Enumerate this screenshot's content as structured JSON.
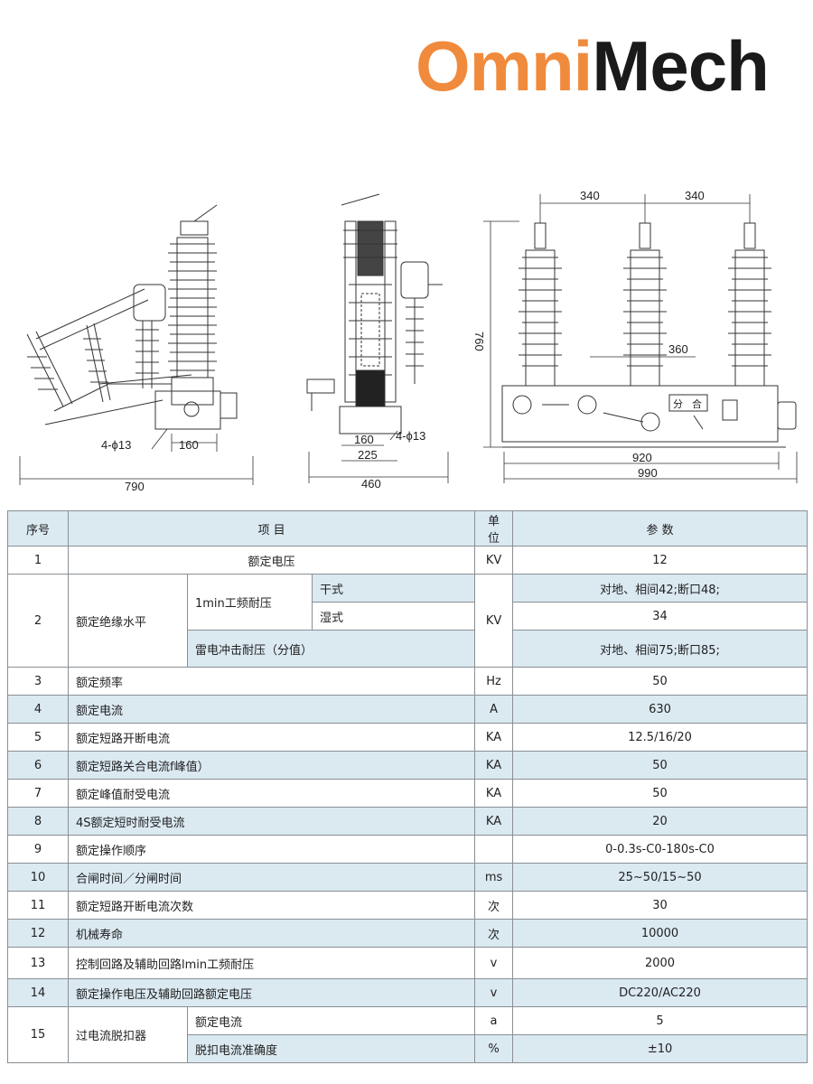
{
  "brand": {
    "part1": "Omni",
    "part2": "Mech"
  },
  "dimensions": {
    "side_base": "160",
    "side_holes": "4-ϕ13",
    "side_total": "790",
    "front_a": "160",
    "front_b": "225",
    "front_total": "460",
    "front_holes": "4-ϕ13",
    "pole_spacing_1": "340",
    "pole_spacing_2": "340",
    "height": "760",
    "mid": "360",
    "base_inner": "920",
    "base_total": "990",
    "switch_open": "分",
    "switch_close": "合"
  },
  "table": {
    "headers": {
      "no": "序号",
      "item": "项 目",
      "unit": "单位",
      "value": "参 数"
    },
    "rows": [
      {
        "no": "1",
        "item": "额定电压",
        "unit": "KV",
        "value": "12"
      },
      {
        "no": "2",
        "item": "额定绝缘水平",
        "sub1": "1min工频耐压",
        "sub1a": "干式",
        "sub1b": "湿式",
        "sub2": "雷电冲击耐压（分值）",
        "unit": "KV",
        "value_dry": "对地、相间42;断口48;",
        "value_wet": "34",
        "value_impulse": "对地、相间75;断口85;"
      },
      {
        "no": "3",
        "item": "额定频率",
        "unit": "Hz",
        "value": "50"
      },
      {
        "no": "4",
        "item": "额定电流",
        "unit": "A",
        "value": "630"
      },
      {
        "no": "5",
        "item": "额定短路开断电流",
        "unit": "KA",
        "value": "12.5/16/20"
      },
      {
        "no": "6",
        "item": "额定短路关合电流f峰值）",
        "unit": "KA",
        "value": "50"
      },
      {
        "no": "7",
        "item": "额定峰值耐受电流",
        "unit": "KA",
        "value": "50"
      },
      {
        "no": "8",
        "item": "4S额定短时耐受电流",
        "unit": "KA",
        "value": "20"
      },
      {
        "no": "9",
        "item": "额定操作顺序",
        "unit": "",
        "value": "0-0.3s-C0-180s-C0"
      },
      {
        "no": "10",
        "item": "合闸时间／分闸时间",
        "unit": "ms",
        "value": "25~50/15~50"
      },
      {
        "no": "11",
        "item": "额定短路开断电流次数",
        "unit": "次",
        "value": "30"
      },
      {
        "no": "12",
        "item": "机械寿命",
        "unit": "次",
        "value": "10000"
      },
      {
        "no": "13",
        "item": "控制回路及辅助回路lmin工频耐压",
        "unit": "v",
        "value": "2000"
      },
      {
        "no": "14",
        "item": "额定操作电压及辅助回路额定电压",
        "unit": "v",
        "value": "DC220/AC220"
      },
      {
        "no": "15",
        "item": "过电流脱扣器",
        "sub1": "额定电流",
        "unit1": "a",
        "value1": "5",
        "sub2": "脱扣电流准确度",
        "unit2": "%",
        "value2": "±10"
      }
    ]
  }
}
